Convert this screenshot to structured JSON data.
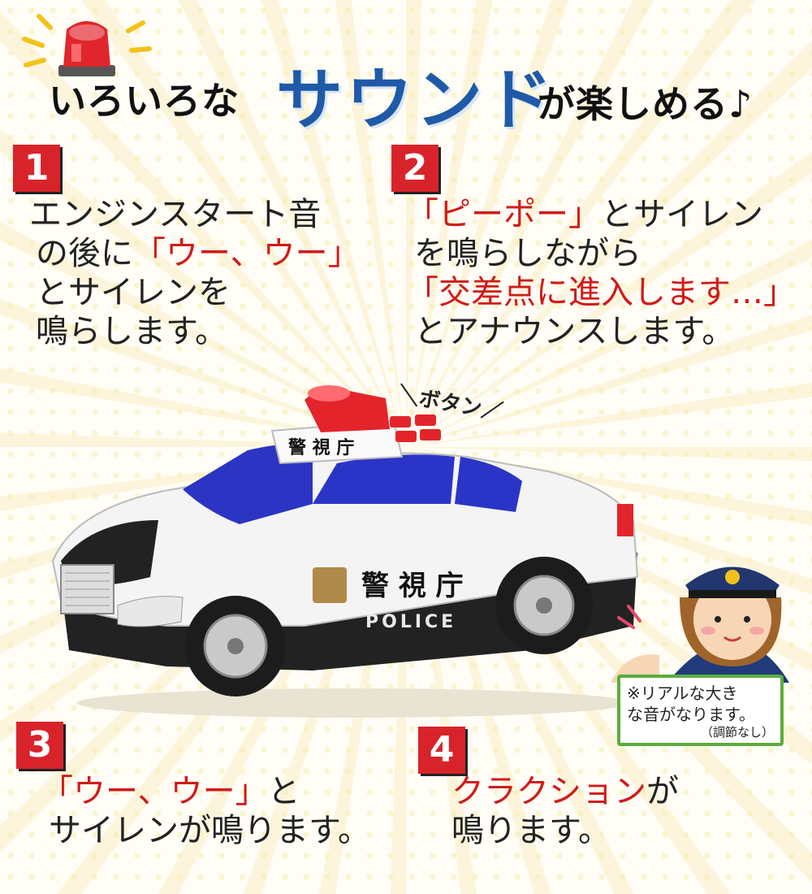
{
  "header": {
    "title_pre": "いろいろな",
    "title_main": "サウンド",
    "title_post": "が楽しめる♪"
  },
  "sections": [
    {
      "number": "1",
      "lines": [
        {
          "parts": [
            {
              "text": "エンジンスタート音",
              "red": false
            }
          ]
        },
        {
          "parts": [
            {
              "text": "の後に",
              "red": false
            },
            {
              "text": "「ウー、ウー」",
              "red": true
            }
          ]
        },
        {
          "parts": [
            {
              "text": "とサイレンを",
              "red": false
            }
          ]
        },
        {
          "parts": [
            {
              "text": "鳴らします。",
              "red": false
            }
          ]
        }
      ]
    },
    {
      "number": "2",
      "lines": [
        {
          "parts": [
            {
              "text": "「ピーポー」",
              "red": true
            },
            {
              "text": "とサイレン",
              "red": false
            }
          ]
        },
        {
          "parts": [
            {
              "text": "を鳴らしながら",
              "red": false
            }
          ]
        },
        {
          "parts": [
            {
              "text": "「交差点に進入します…」",
              "red": true
            }
          ]
        },
        {
          "parts": [
            {
              "text": "とアナウンスします。",
              "red": false
            }
          ]
        }
      ]
    },
    {
      "number": "3",
      "lines": [
        {
          "parts": [
            {
              "text": "「ウー、ウー」",
              "red": true
            },
            {
              "text": "と",
              "red": false
            }
          ]
        },
        {
          "parts": [
            {
              "text": "サイレンが鳴ります。",
              "red": false
            }
          ]
        }
      ]
    },
    {
      "number": "4",
      "lines": [
        {
          "parts": [
            {
              "text": "クラクション",
              "red": true
            },
            {
              "text": "が",
              "red": false
            }
          ]
        },
        {
          "parts": [
            {
              "text": "鳴ります。",
              "red": false
            }
          ]
        }
      ]
    }
  ],
  "car": {
    "button_label": "＼ボタン／",
    "side_text": "警 視 庁",
    "roof_text": "警 視 庁",
    "police_text": "POLICE"
  },
  "note": {
    "line1": "※リアルな大き",
    "line2": "な音がなります。",
    "line3": "（調節なし）"
  },
  "colors": {
    "accent_blue": "#1f5aa8",
    "accent_red": "#d11a1a",
    "badge_red": "#d9232a",
    "note_green": "#5aad3c"
  },
  "icons": [
    "siren-icon",
    "police-car",
    "police-officer"
  ]
}
